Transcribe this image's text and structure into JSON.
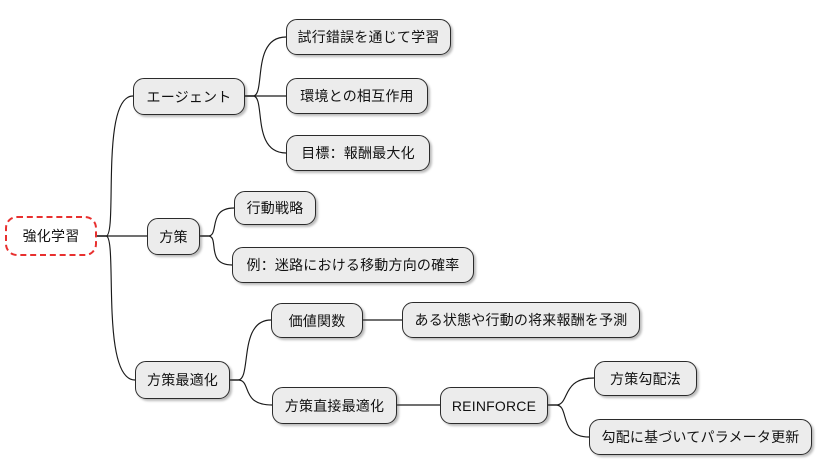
{
  "diagram": {
    "type": "mind-map",
    "title": "強化学習",
    "background_color": "#ffffff",
    "node_fill": "#ececec",
    "node_border": "#2b2b2b",
    "root_border_color": "#e8302f",
    "edge_color": "#1a1a1a",
    "direction": "left-to-right"
  },
  "nodes": {
    "root": {
      "label": "強化学習",
      "level": 0
    },
    "agent": {
      "label": "エージェント",
      "level": 1
    },
    "agent_c1": {
      "label": "試行錯誤を通じて学習",
      "level": 2
    },
    "agent_c2": {
      "label": "環境との相互作用",
      "level": 2
    },
    "agent_c3": {
      "label": "目標：報酬最大化",
      "level": 2
    },
    "policy": {
      "label": "方策",
      "level": 1
    },
    "policy_c1": {
      "label": "行動戦略",
      "level": 2
    },
    "policy_c2": {
      "label": "例：迷路における移動方向の確率",
      "level": 2
    },
    "policy_opt": {
      "label": "方策最適化",
      "level": 1
    },
    "value_fn": {
      "label": "価値関数",
      "level": 2
    },
    "value_fn_c1": {
      "label": "ある状態や行動の将来報酬を予測",
      "level": 3
    },
    "direct_opt": {
      "label": "方策直接最適化",
      "level": 2
    },
    "reinforce": {
      "label": "REINFORCE",
      "level": 3
    },
    "reinforce_c1": {
      "label": "方策勾配法",
      "level": 4
    },
    "reinforce_c2": {
      "label": "勾配に基づいてパラメータ更新",
      "level": 4
    }
  },
  "edges": [
    {
      "from": "root",
      "to": "agent"
    },
    {
      "from": "root",
      "to": "policy"
    },
    {
      "from": "root",
      "to": "policy_opt"
    },
    {
      "from": "agent",
      "to": "agent_c1"
    },
    {
      "from": "agent",
      "to": "agent_c2"
    },
    {
      "from": "agent",
      "to": "agent_c3"
    },
    {
      "from": "policy",
      "to": "policy_c1"
    },
    {
      "from": "policy",
      "to": "policy_c2"
    },
    {
      "from": "policy_opt",
      "to": "value_fn"
    },
    {
      "from": "policy_opt",
      "to": "direct_opt"
    },
    {
      "from": "value_fn",
      "to": "value_fn_c1"
    },
    {
      "from": "direct_opt",
      "to": "reinforce"
    },
    {
      "from": "reinforce",
      "to": "reinforce_c1"
    },
    {
      "from": "reinforce",
      "to": "reinforce_c2"
    }
  ]
}
